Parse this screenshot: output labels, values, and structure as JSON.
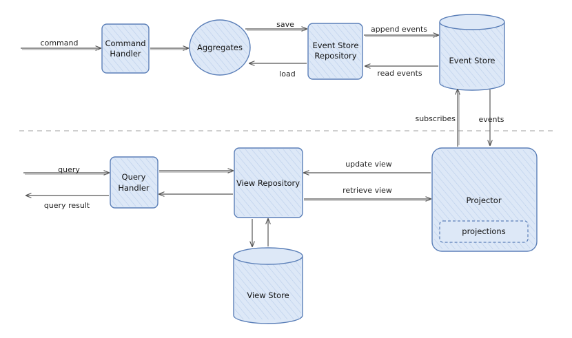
{
  "nodes": {
    "command_handler": [
      "Command",
      "Handler"
    ],
    "aggregates": "Aggregates",
    "event_store_repository": [
      "Event Store",
      "Repository"
    ],
    "event_store": "Event Store",
    "query_handler": [
      "Query",
      "Handler"
    ],
    "view_repository": "View Repository",
    "projector": "Projector",
    "projections": "projections",
    "view_store": "View Store"
  },
  "edges": {
    "command": "command",
    "save": "save",
    "load": "load",
    "append_events": "append events",
    "read_events": "read events",
    "subscribes": "subscribes",
    "events": "events",
    "query": "query",
    "query_result": "query result",
    "update_view": "update view",
    "retrieve_view": "retrieve view"
  },
  "colors": {
    "node_fill": "#dde8f7",
    "node_stroke": "#5b7fb8",
    "edge": "#555555"
  }
}
